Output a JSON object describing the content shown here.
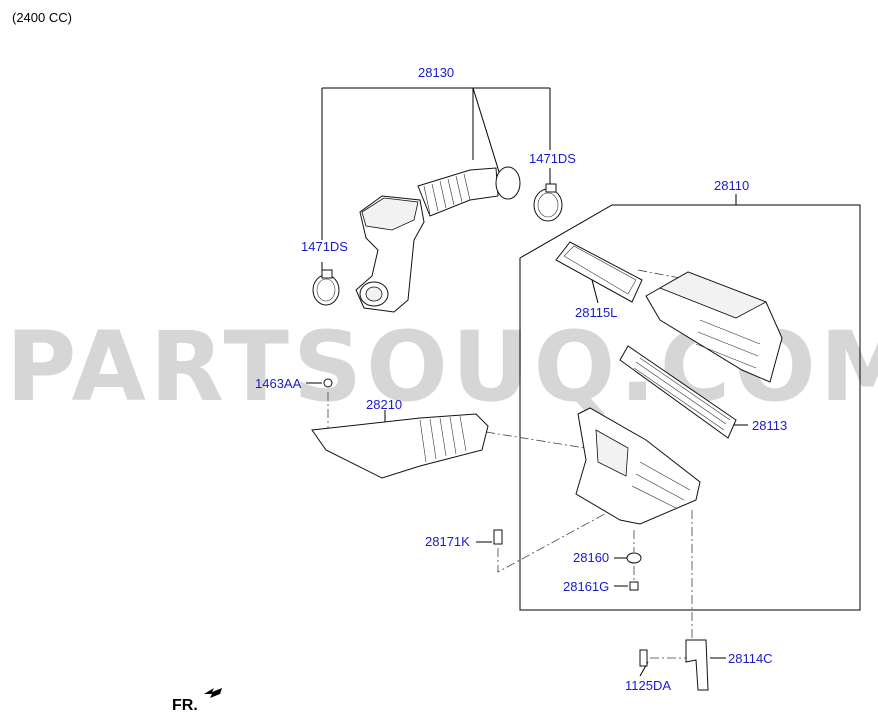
{
  "header": {
    "variant": "(2400 CC)"
  },
  "watermark": "PARTSOUQ.COM",
  "footer": {
    "direction": "FR."
  },
  "parts": {
    "p28130": "28130",
    "p1471ds_a": "1471DS",
    "p1471ds_b": "1471DS",
    "p28110": "28110",
    "p28115l": "28115L",
    "p28113": "28113",
    "p1463aa": "1463AA",
    "p28210": "28210",
    "p28171k": "28171K",
    "p28160": "28160",
    "p28161g": "28161G",
    "p28114c": "28114C",
    "p1125da": "1125DA"
  },
  "colors": {
    "label": "#1a1acc",
    "watermark": "#c8c8c8",
    "line": "#000000"
  }
}
